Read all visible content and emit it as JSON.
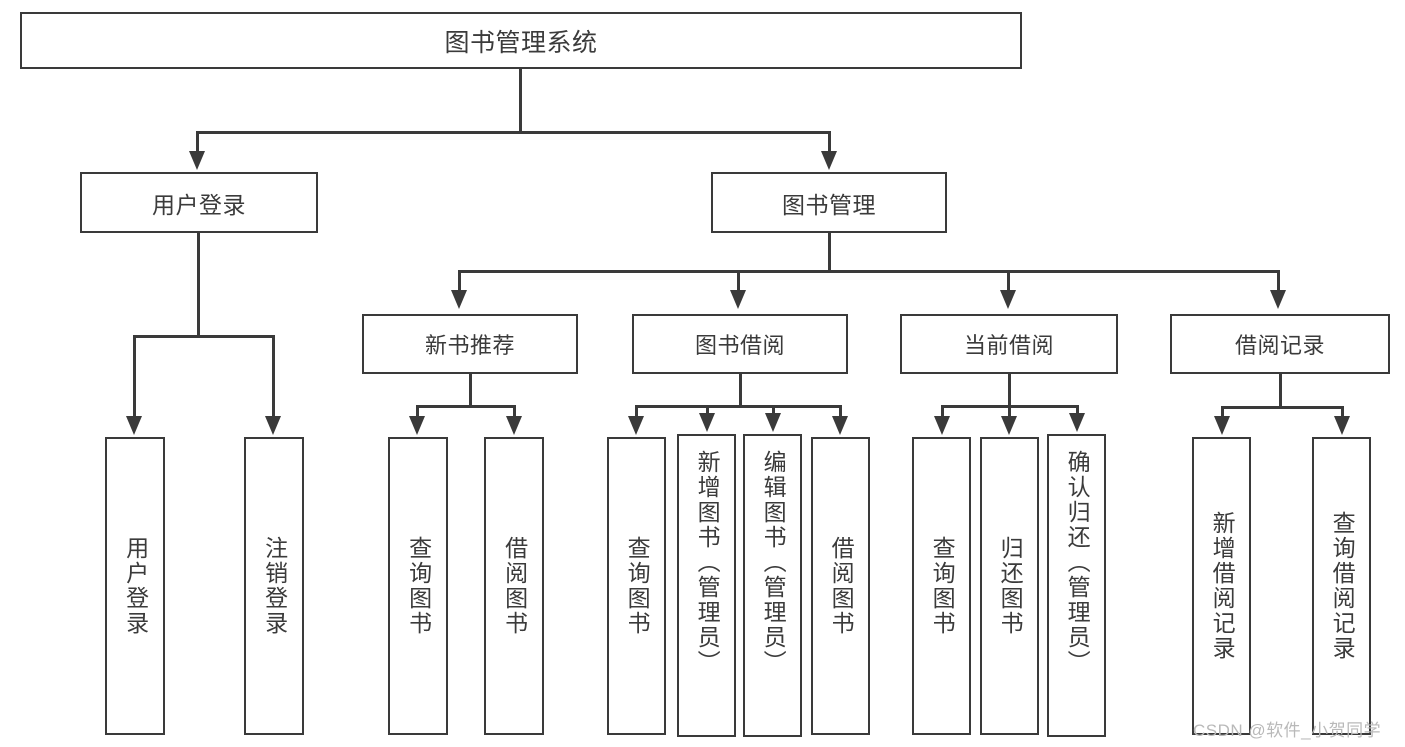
{
  "diagram": {
    "title": "图书管理系统",
    "root": {
      "label": "图书管理系统"
    },
    "level2": [
      {
        "label": "用户登录"
      },
      {
        "label": "图书管理"
      }
    ],
    "level3": [
      {
        "label": "新书推荐"
      },
      {
        "label": "图书借阅"
      },
      {
        "label": "当前借阅"
      },
      {
        "label": "借阅记录"
      }
    ],
    "leaves": {
      "user_login": [
        {
          "label": "用户登录"
        },
        {
          "label": "注销登录"
        }
      ],
      "new_book_recommend": [
        {
          "label": "查询图书"
        },
        {
          "label": "借阅图书"
        }
      ],
      "book_borrow": [
        {
          "label": "查询图书"
        },
        {
          "label": "新增图书（管理员）"
        },
        {
          "label": "编辑图书（管理员）"
        },
        {
          "label": "借阅图书"
        }
      ],
      "current_borrow": [
        {
          "label": "查询图书"
        },
        {
          "label": "归还图书"
        },
        {
          "label": "确认归还（管理员）"
        }
      ],
      "borrow_record": [
        {
          "label": "新增借阅记录"
        },
        {
          "label": "查询借阅记录"
        }
      ]
    }
  },
  "watermark": {
    "text": "CSDN @软件_小贺同学"
  },
  "colors": {
    "stroke": "#3a3a3a",
    "text": "#3b3b3b",
    "background": "#ffffff",
    "watermark": "#b9b9b9"
  }
}
